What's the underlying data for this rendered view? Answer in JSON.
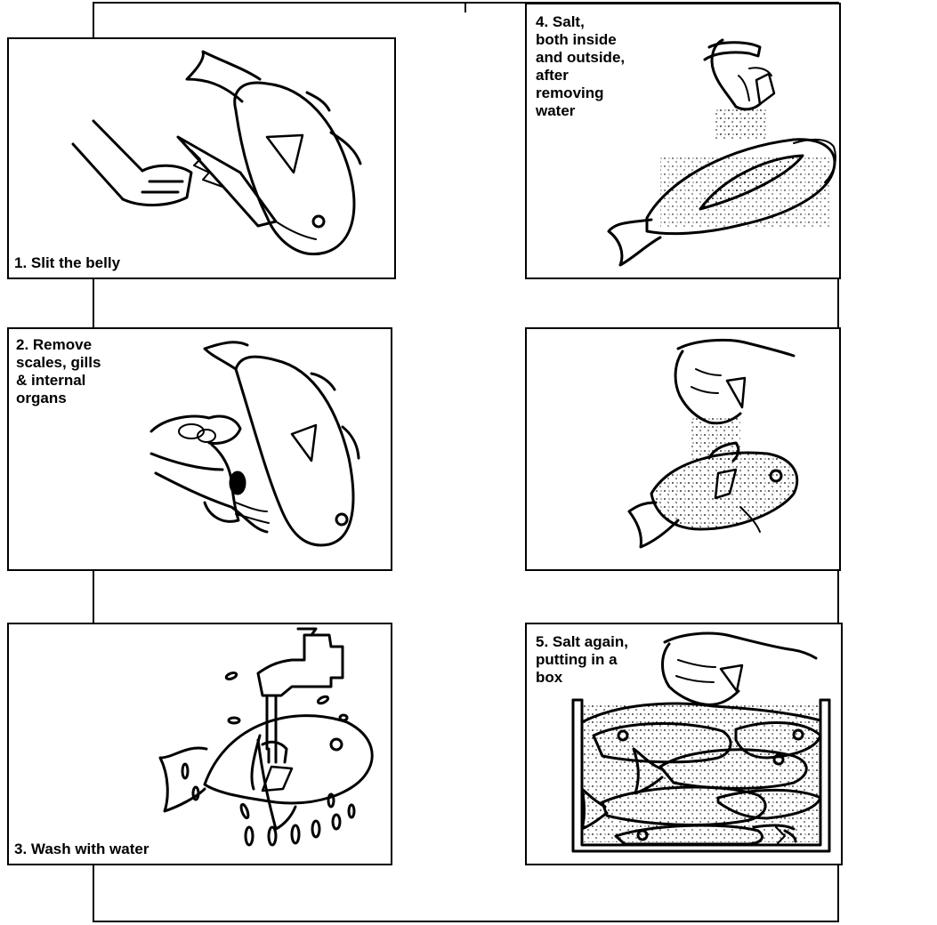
{
  "steps": [
    {
      "caption": "1. Slit the belly"
    },
    {
      "caption": "2. Remove\nscales, gills\n& internal\norgans"
    },
    {
      "caption": "3. Wash with water"
    },
    {
      "caption": "4. Salt,\nboth inside\nand outside,\nafter\nremoving\nwater"
    },
    {
      "caption": ""
    },
    {
      "caption": "5. Salt again,\nputting in a\nbox"
    }
  ],
  "colors": {
    "ink": "#000000",
    "paper": "#ffffff"
  },
  "icons": [
    "knife-hand-fish-illustration",
    "gutting-hands-fish-illustration",
    "tap-washing-fish-illustration",
    "salting-opened-fish-illustration",
    "salting-whole-fish-illustration",
    "box-of-salted-fish-illustration"
  ]
}
